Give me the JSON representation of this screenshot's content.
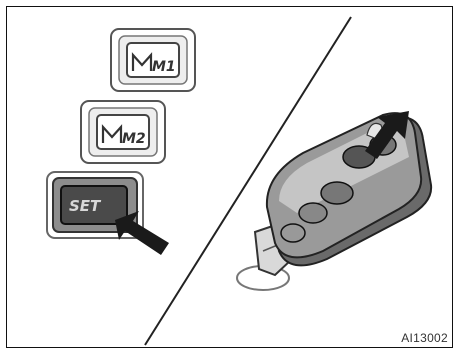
{
  "figure": {
    "code": "AI13002",
    "buttons": [
      {
        "label": "M1",
        "state": "normal"
      },
      {
        "label": "M2",
        "state": "normal"
      },
      {
        "label": "SET",
        "state": "pressed"
      }
    ],
    "colors": {
      "ink": "#222222",
      "set_button_fill": "#4a4a4a",
      "key_body": "#9a9a9a",
      "key_highlight": "#cfcfcf"
    },
    "icons": [
      "m1-memory-button-icon",
      "m2-memory-button-icon",
      "set-button-icon",
      "press-arrow-icon",
      "smart-key-icon"
    ]
  }
}
